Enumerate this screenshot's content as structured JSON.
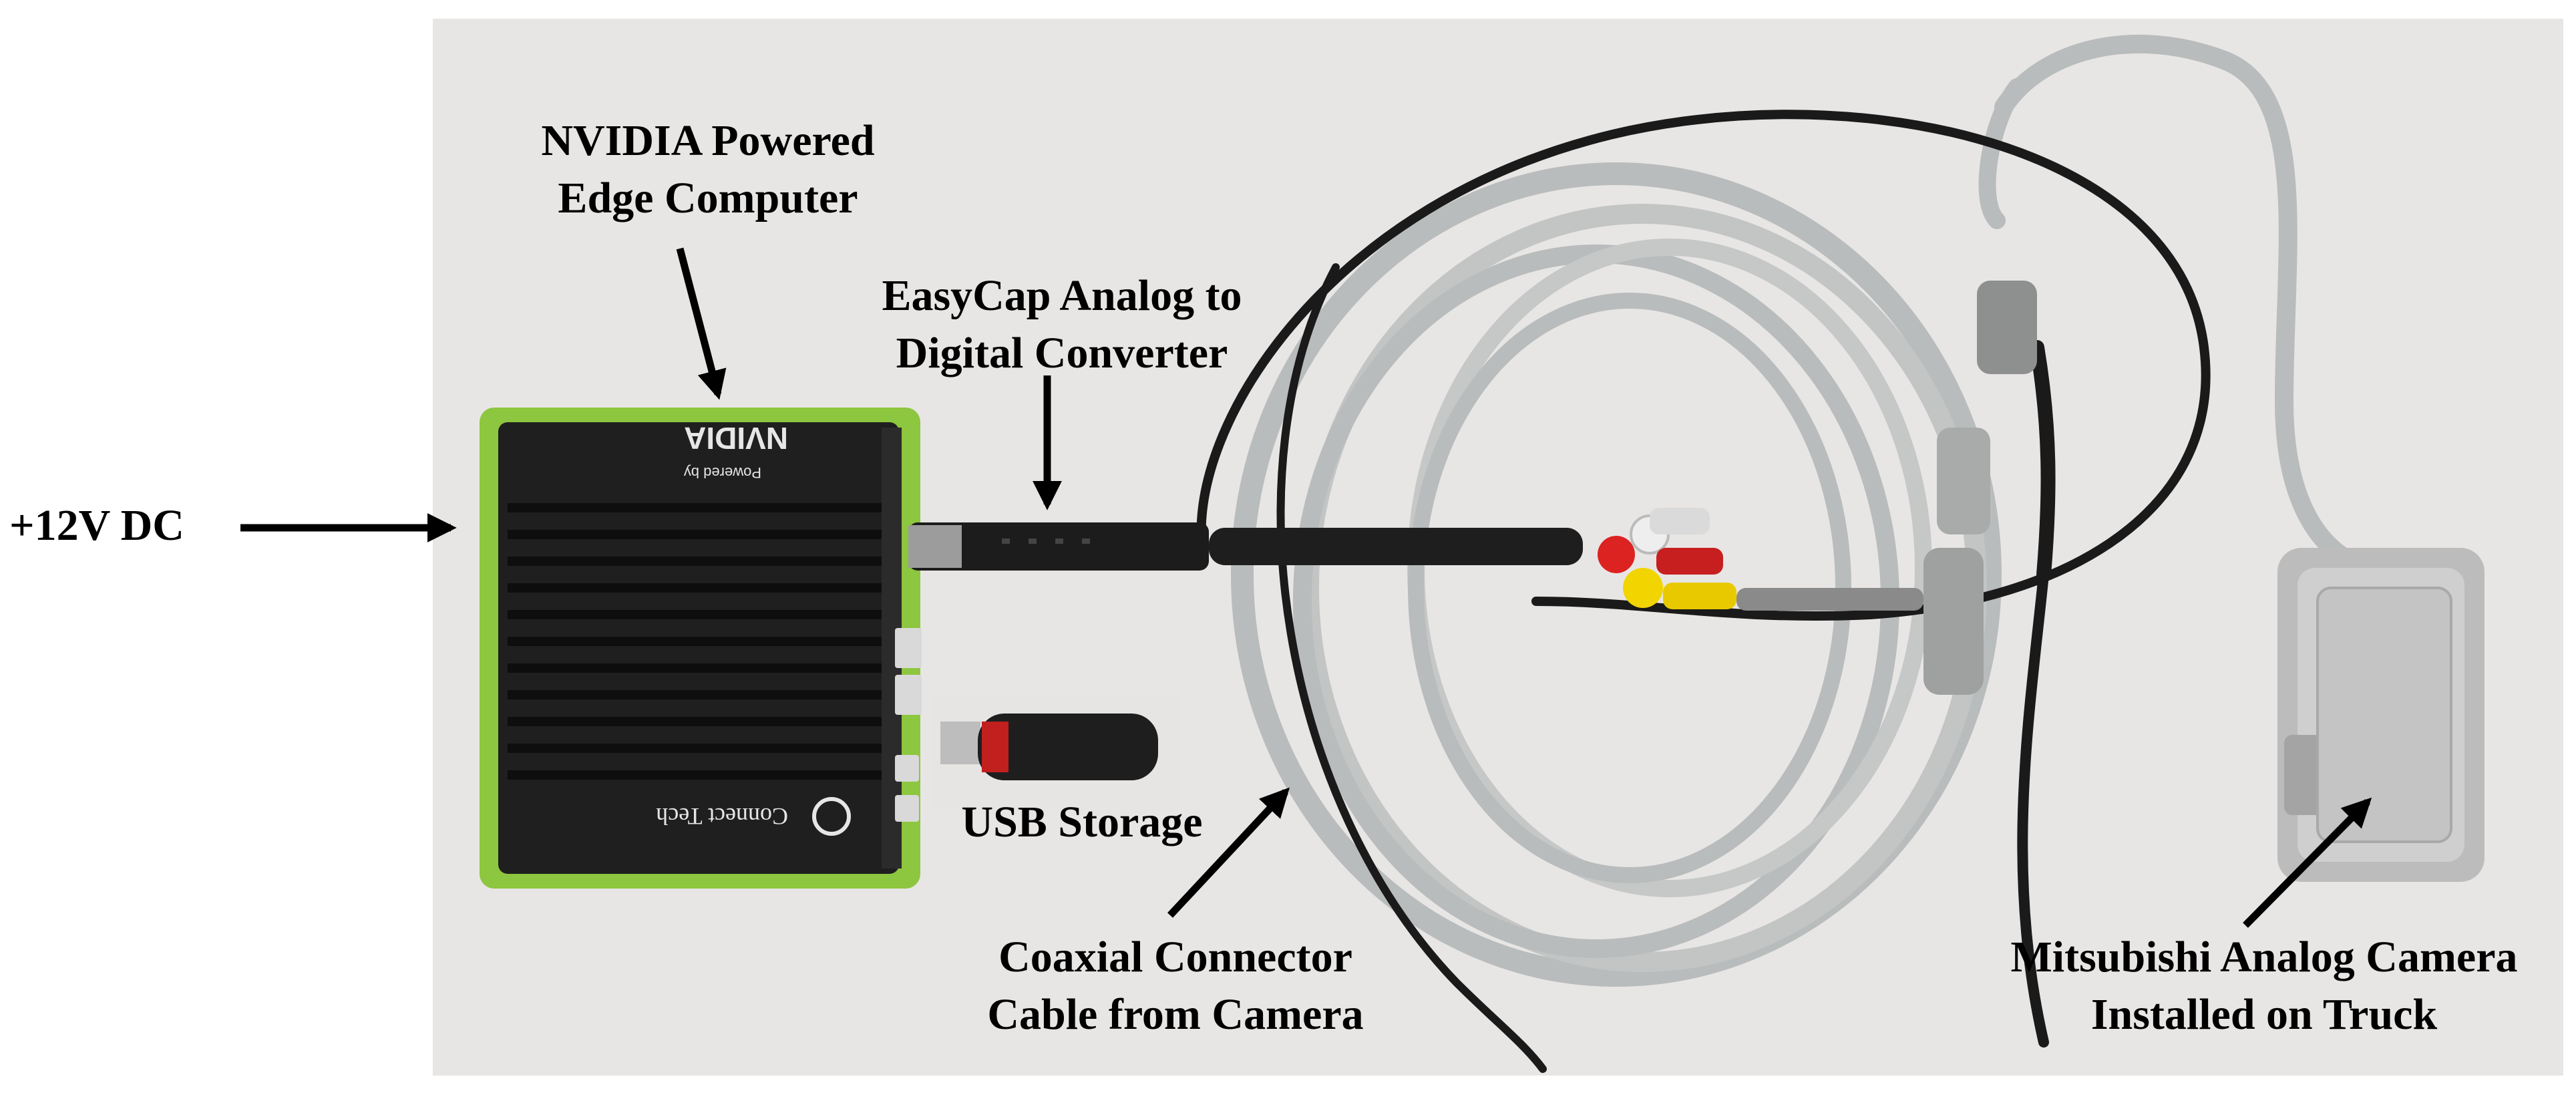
{
  "labels": {
    "edge_computer": [
      "NVIDIA Powered",
      "Edge Computer"
    ],
    "power": "+12V DC",
    "converter": [
      "EasyCap Analog to",
      "Digital Converter"
    ],
    "usb": "USB Storage",
    "cable": [
      "Coaxial Connector",
      "Cable from Camera"
    ],
    "camera": [
      "Mitsubishi Analog Camera",
      "Installed on Truck"
    ]
  },
  "device_text": {
    "brand": "NVIDIA",
    "powered_by": "Powered by",
    "maker": "Connect Tech"
  },
  "colors": {
    "computer_frame": "#8dc63f",
    "computer_body": "#1f1f1f",
    "cable": "#b9bcbc",
    "background": "#e8e6e4"
  }
}
